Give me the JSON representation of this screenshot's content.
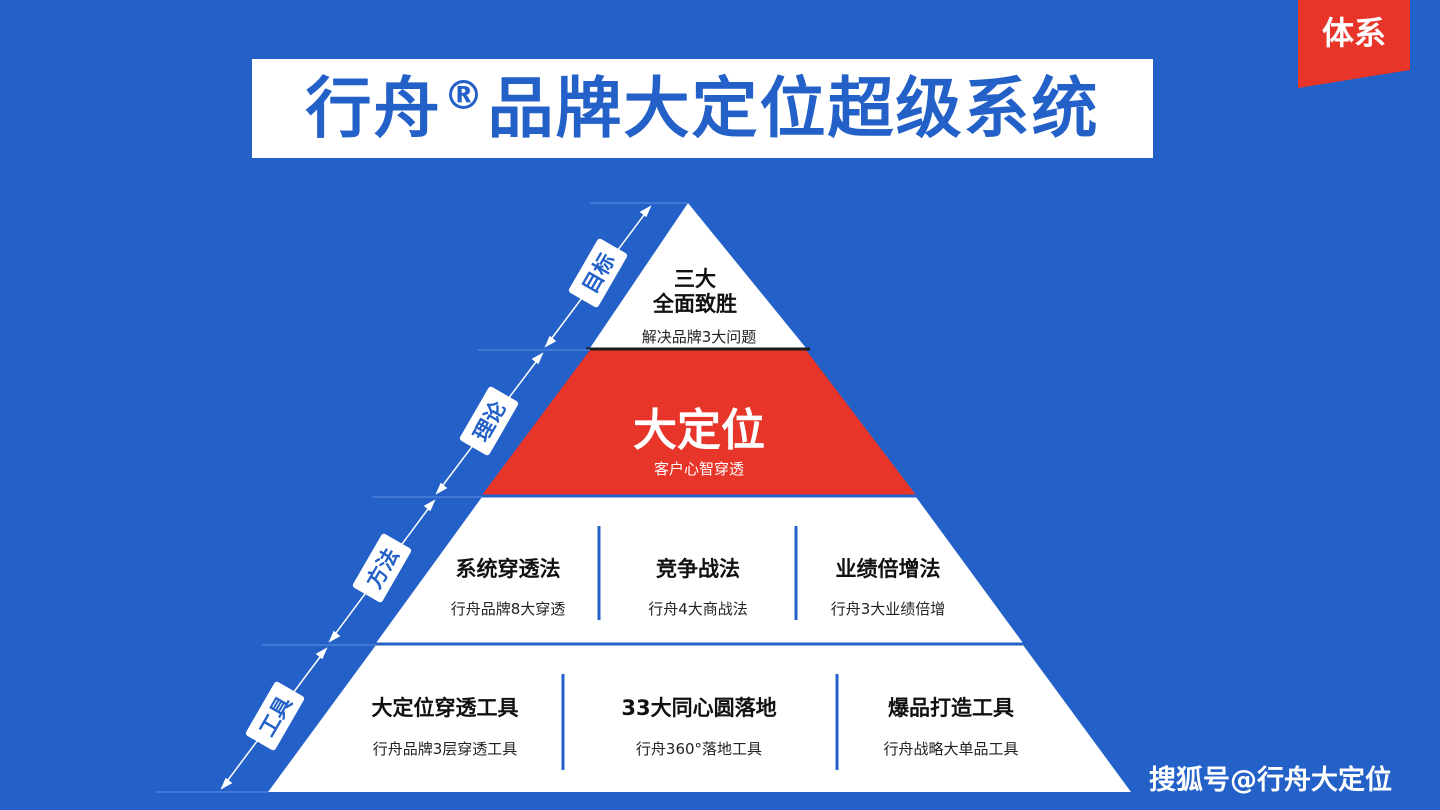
{
  "header": {
    "title_part1": "行舟",
    "title_mark": "®",
    "title_part2": "品牌大定位超级系统"
  },
  "badge": {
    "label": "体系"
  },
  "pyramid": {
    "top": {
      "title_line1": "三大",
      "title_line2": "全面致胜",
      "subtitle": "解决品牌3大问题"
    },
    "middle": {
      "title": "大定位",
      "subtitle": "客户心智穿透"
    },
    "methods": [
      {
        "title": "系统穿透法",
        "subtitle": "行舟品牌8大穿透"
      },
      {
        "title": "竞争战法",
        "subtitle": "行舟4大商战法"
      },
      {
        "title": "业绩倍增法",
        "subtitle": "行舟3大业绩倍增"
      }
    ],
    "tools": [
      {
        "title": "大定位穿透工具",
        "subtitle": "行舟品牌3层穿透工具"
      },
      {
        "title": "33大同心圆落地",
        "subtitle": "行舟360°落地工具"
      },
      {
        "title": "爆品打造工具",
        "subtitle": "行舟战略大单品工具"
      }
    ]
  },
  "side_labels": [
    "目标",
    "理论",
    "方法",
    "工具"
  ],
  "watermark": "搜狐号@行舟大定位",
  "colors": {
    "background": "#2360c8",
    "accent_red": "#e8352a",
    "white": "#ffffff"
  }
}
